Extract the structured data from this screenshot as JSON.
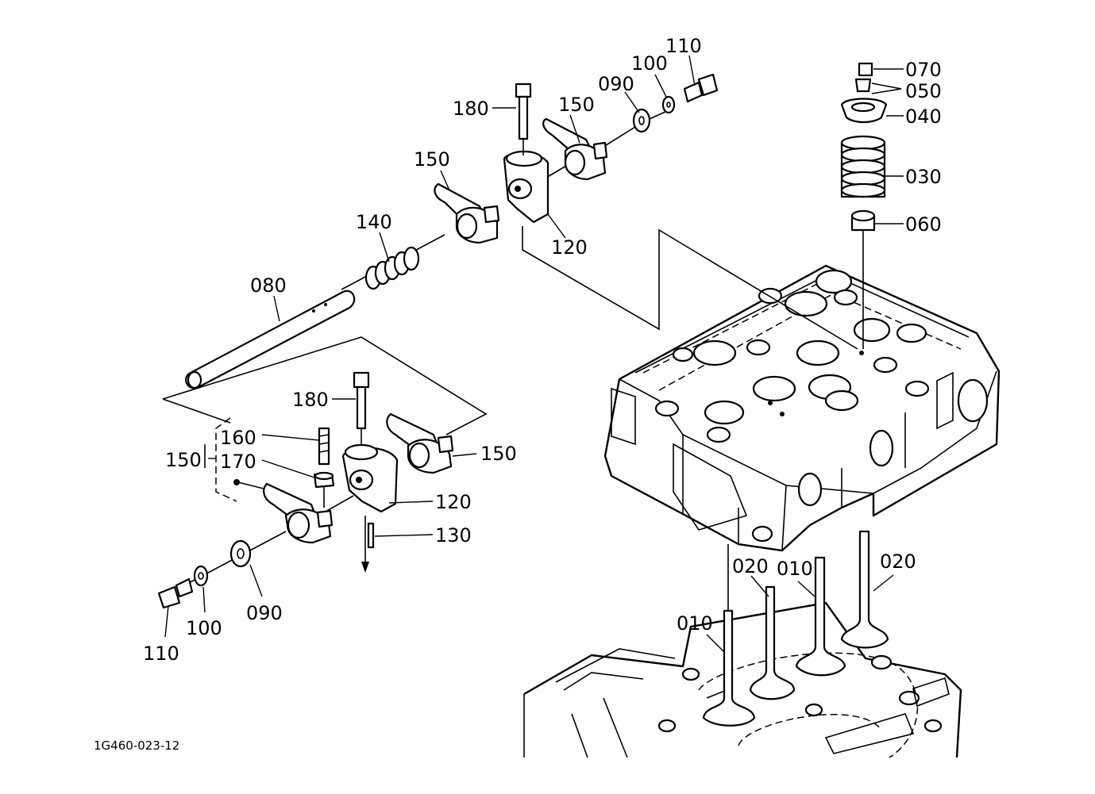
{
  "diagram_code": "1G460-023-12",
  "labels": {
    "l110a": "110",
    "l100a": "100",
    "l090a": "090",
    "l150a": "150",
    "l180a": "180",
    "l150b": "150",
    "l140": "140",
    "l120a": "120",
    "l080": "080",
    "l070": "070",
    "l050": "050",
    "l040": "040",
    "l030": "030",
    "l060": "060",
    "l180b": "180",
    "l160": "160",
    "l150c": "150",
    "l170": "170",
    "l150d": "150",
    "l120b": "120",
    "l130": "130",
    "l090b": "090",
    "l100b": "100",
    "l110b": "110",
    "l020a": "020",
    "l010a": "010",
    "l020b": "020",
    "l010b": "010"
  }
}
